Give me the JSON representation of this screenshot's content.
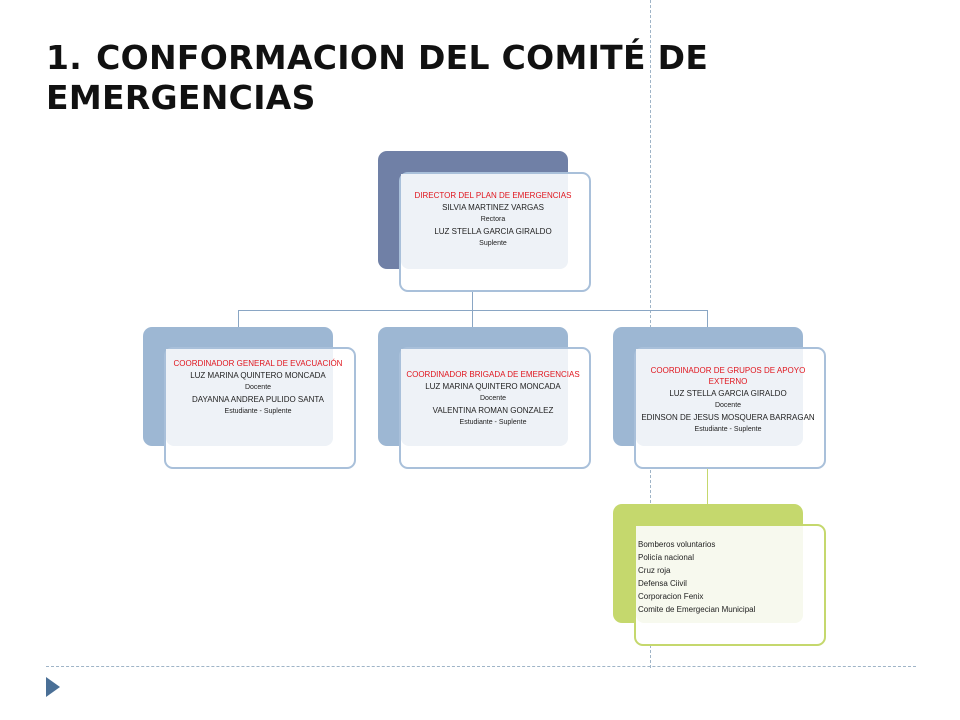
{
  "title": {
    "number": "1.",
    "line1": "CONFORMACION DEL COMITÉ DE",
    "line2": "EMERGENCIAS"
  },
  "colors": {
    "director_back": "#7080a6",
    "coordinator_back": "#9db7d3",
    "support_back": "#c5d86d",
    "role_text": "#e0161e"
  },
  "director": {
    "role": "DIRECTOR  DEL PLAN DE EMERGENCIAS",
    "lines": [
      "SILVIA  MARTINEZ  VARGAS",
      "Rectora",
      "LUZ  STELLA  GARCIA  GIRALDO",
      "Suplente"
    ]
  },
  "coordinators": [
    {
      "role": "COORDINADOR   GENERAL  DE EVACUACIÓN",
      "lines": [
        "LUZ  MARINA  QUINTERO   MONCADA",
        "Docente",
        "DAYANNA  ANDREA  PULIDO  SANTA",
        "Estudiante - Suplente"
      ]
    },
    {
      "role": "COORDINADOR  BRIGADA  DE EMERGENCIAS",
      "lines": [
        "LUZ  MARINA  QUINTERO   MONCADA",
        "Docente",
        "VALENTINA  ROMAN  GONZALEZ",
        "Estudiante - Suplente"
      ]
    },
    {
      "role": "COORDINADOR   DE GRUPOS  DE APOYO EXTERNO",
      "lines": [
        "LUZ  STELLA  GARCIA  GIRALDO",
        "Docente",
        "EDINSON  DE JESUS  MOSQUERA BARRAGAN",
        "Estudiante - Suplente"
      ]
    }
  ],
  "support_groups": [
    "Bomberos  voluntarios",
    "Policía  nacional",
    "Cruz  roja",
    "Defensa  Ciivil",
    "Corporacion  Fenix",
    "Comite  de  Emergecian  Municipal"
  ]
}
